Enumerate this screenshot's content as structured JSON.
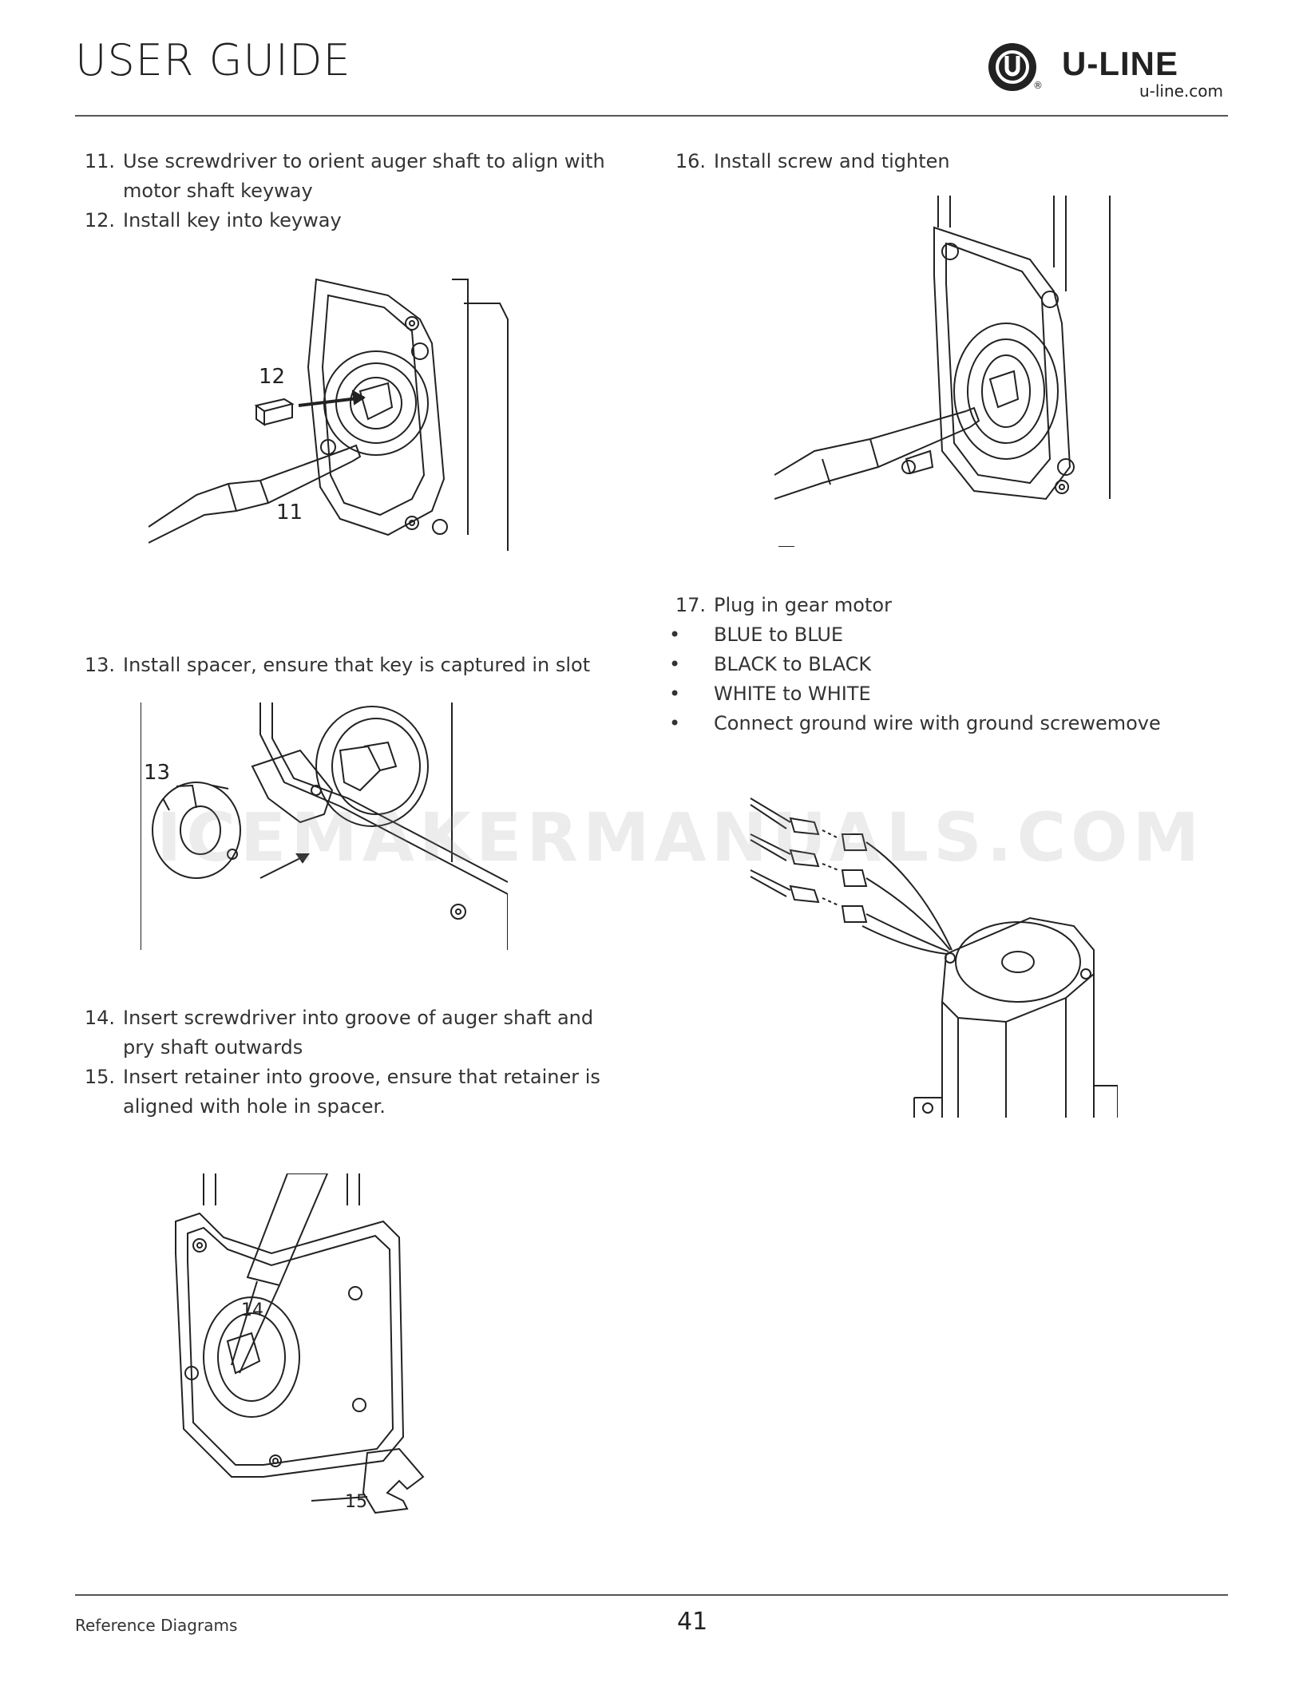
{
  "header": {
    "title": "USER GUIDE",
    "logo_text": "U-LINE",
    "logo_url": "u-line.com",
    "logo_reg": "®"
  },
  "left_steps_a": [
    {
      "num": "11.",
      "text": "Use screwdriver to orient auger shaft to align with motor shaft keyway"
    },
    {
      "num": "12.",
      "text": "Install key into keyway"
    }
  ],
  "left_steps_b": [
    {
      "num": "13.",
      "text": "Install spacer, ensure that key is captured in slot"
    }
  ],
  "left_steps_c": [
    {
      "num": "14.",
      "text": "Insert screwdriver into groove of auger shaft and pry shaft outwards"
    },
    {
      "num": "15.",
      "text": "Insert retainer into groove, ensure that retainer is aligned with hole in spacer."
    }
  ],
  "right_steps_a": [
    {
      "num": "16.",
      "text": "Install screw and tighten"
    }
  ],
  "right_steps_b": [
    {
      "num": "17.",
      "text": "Plug in gear motor"
    },
    {
      "num": "•",
      "text": "BLUE to BLUE"
    },
    {
      "num": "•",
      "text": "BLACK to BLACK"
    },
    {
      "num": "•",
      "text": "WHITE to WHITE"
    },
    {
      "num": "•",
      "text": "Connect ground wire with ground screwemove"
    }
  ],
  "figures": {
    "fig1": {
      "callout_a": "12",
      "callout_b": "11"
    },
    "fig2": {
      "callout_a": "13"
    },
    "fig3": {
      "callout_a": "14",
      "callout_b": "15"
    }
  },
  "watermark": "ICEMAKERMANUALS.COM",
  "footer": {
    "section": "Reference Diagrams",
    "page_number": "41"
  }
}
